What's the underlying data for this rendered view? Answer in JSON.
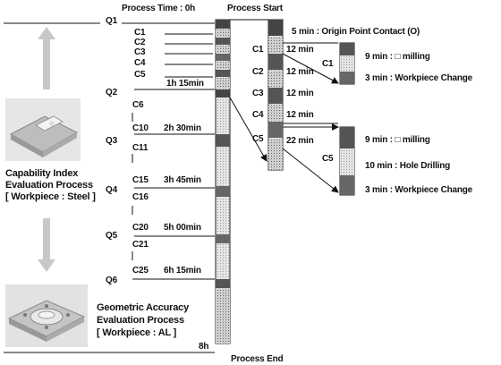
{
  "header": {
    "process_time": "Process Time : 0h",
    "process_start": "Process Start",
    "process_end": "Process End",
    "end_time": "8h"
  },
  "checkpoints": {
    "q": [
      "Q1",
      "Q2",
      "Q3",
      "Q4",
      "Q5",
      "Q6"
    ],
    "c_top": [
      "C1",
      "C2",
      "C3",
      "C4",
      "C5"
    ],
    "c_left": [
      "C6",
      "C10",
      "C11",
      "C15",
      "C16",
      "C20",
      "C21",
      "C25"
    ],
    "times": [
      "1h 15min",
      "2h 30min",
      "3h 45min",
      "5h 00min",
      "6h 15min"
    ]
  },
  "detail": {
    "steps": [
      "C1",
      "C2",
      "C3",
      "C4",
      "C5"
    ],
    "durations": [
      "12 min",
      "12 min",
      "12 min",
      "12 min",
      "22 min"
    ],
    "origin": "5 min : Origin Point Contact (O)",
    "c1_label": "C1",
    "c1_ops": [
      "9 min : □ milling",
      "3 min : Workpiece Change"
    ],
    "c5_label": "C5",
    "c5_ops": [
      "9 min : □ milling",
      "10 min : Hole Drilling",
      "3 min : Workpiece Change"
    ]
  },
  "processes": {
    "capability": [
      "Capability Index",
      "Evaluation Process",
      "[ Workpiece : Steel ]"
    ],
    "geometric": [
      "Geometric Accuracy",
      "Evaluation Process",
      "[ Workpiece : AL ]"
    ]
  },
  "colors": {
    "dark": "#555555",
    "mid": "#9a9a9a",
    "light": "#d8d8d8",
    "arrow": "#c8c8c8"
  }
}
